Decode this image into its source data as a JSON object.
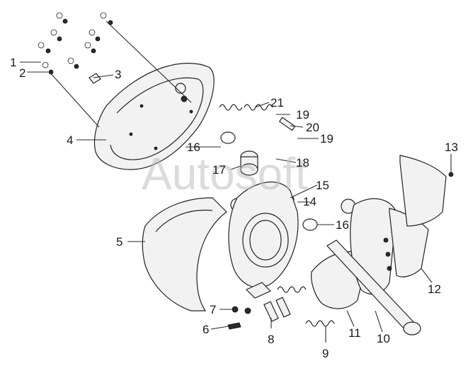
{
  "watermark": "Autosoft",
  "callouts": [
    "1",
    "2",
    "3",
    "4",
    "5",
    "6",
    "7",
    "8",
    "9",
    "10",
    "11",
    "12",
    "13",
    "14",
    "15",
    "16",
    "16",
    "17",
    "18",
    "19",
    "19",
    "20",
    "21"
  ]
}
